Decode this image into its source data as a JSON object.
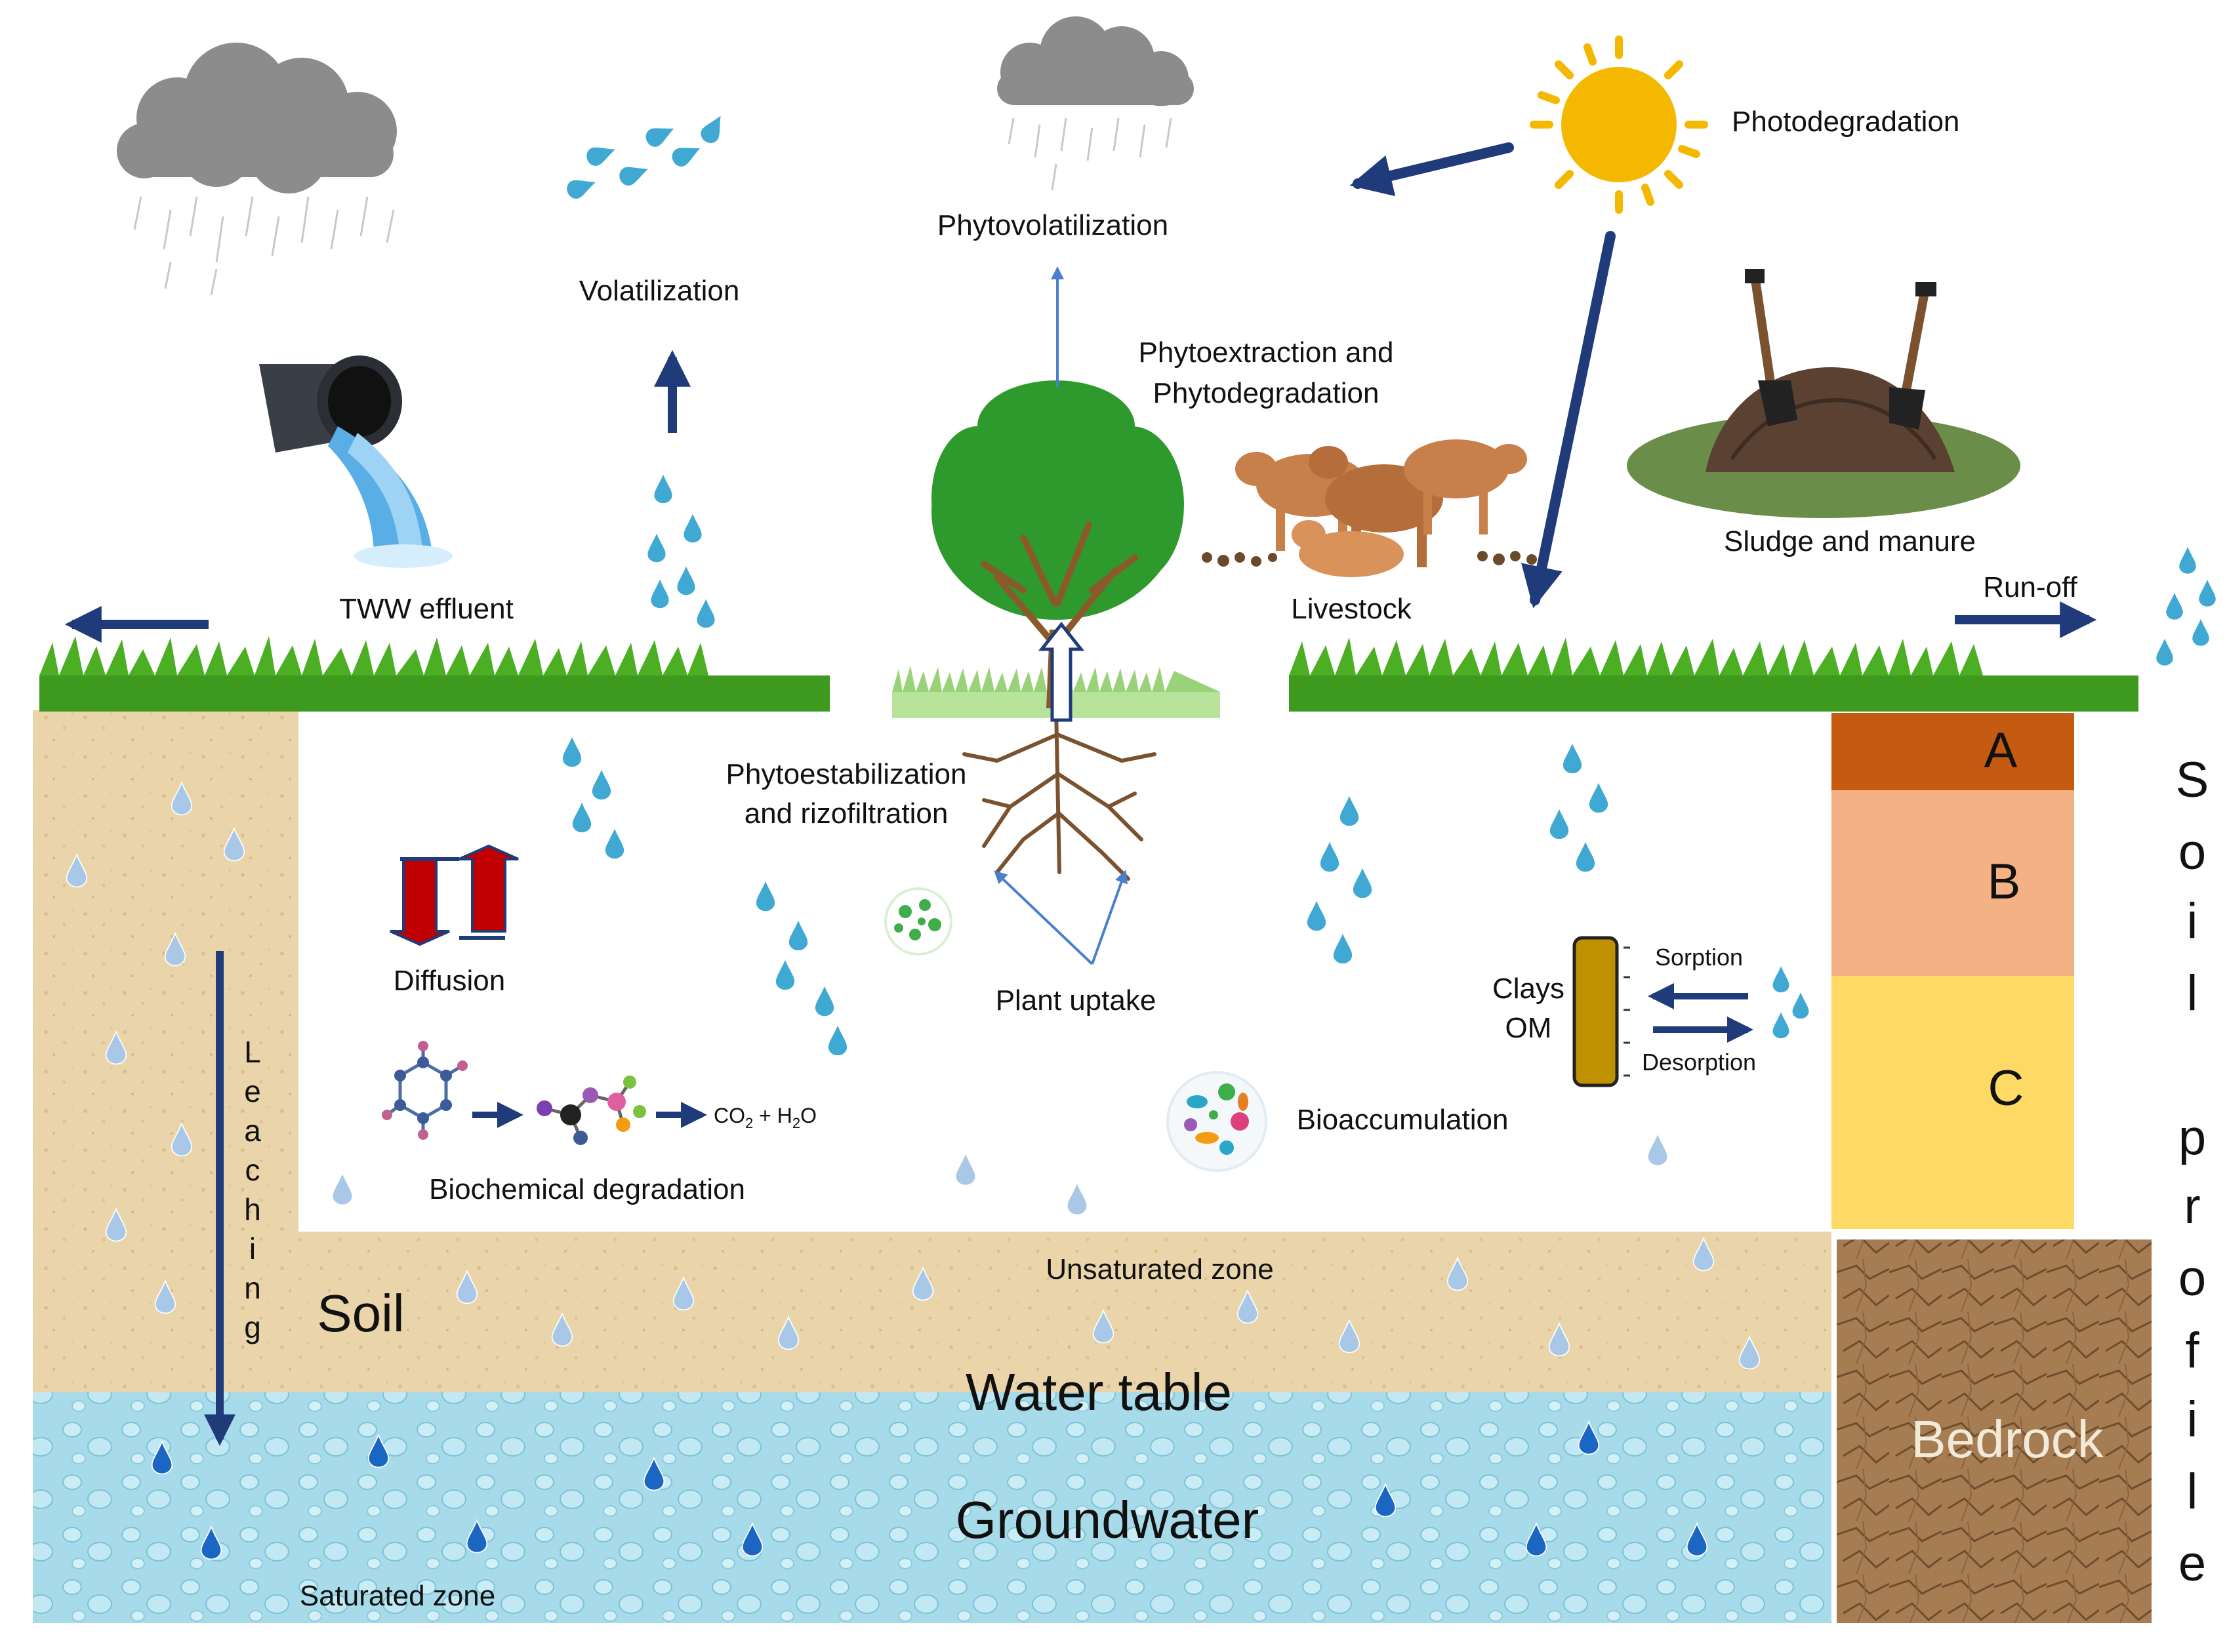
{
  "labels": {
    "photodegradation": "Photodegradation",
    "phytovolatilization": "Phytovolatilization",
    "volatilization": "Volatilization",
    "phytoextraction_line1": "Phytoextraction and",
    "phytoextraction_line2": "Phytodegradation",
    "sludge": "Sludge and manure",
    "runoff": "Run-off",
    "tww": "TWW effluent",
    "livestock": "Livestock",
    "phytostab_line1": "Phytoestabilization",
    "phytostab_line2": "and rizofiltration",
    "diffusion": "Diffusion",
    "plant_uptake": "Plant uptake",
    "clays": "Clays",
    "om": "OM",
    "sorption": "Sorption",
    "desorption": "Desorption",
    "bioaccumulation": "Bioaccumulation",
    "biochem": "Biochemical degradation",
    "co2": "CO",
    "sub2a": "2",
    "plus_h": " + H",
    "sub2b": "2",
    "o": "O",
    "unsaturated": "Unsaturated zone",
    "soil": "Soil",
    "water_table": "Water table",
    "groundwater": "Groundwater",
    "saturated": "Saturated zone",
    "leaching_letters": [
      "L",
      "e",
      "a",
      "c",
      "h",
      "i",
      "n",
      "g"
    ],
    "horizon_a": "A",
    "horizon_b": "B",
    "horizon_c": "C",
    "bedrock": "Bedrock",
    "soil_profile_letters": [
      "S",
      "o",
      "i",
      "l",
      "p",
      "r",
      "o",
      "f",
      "i",
      "l",
      "e"
    ]
  },
  "colors": {
    "arrow_navy": "#1f3b7a",
    "arrow_blue": "#4a7fd0",
    "grass": "#3e9a1e",
    "sand": "#e8d2a6",
    "water": "#a9dbe8",
    "horizon_a": "#c55a11",
    "horizon_b": "#f4b183",
    "horizon_c": "#ffd966",
    "bedrock": "#a07850",
    "drop": "#4fb3d9",
    "sun": "#f5b800",
    "tree": "#2e9a2e",
    "clay_column": "#bf9000",
    "diffusion_red": "#c00000"
  }
}
